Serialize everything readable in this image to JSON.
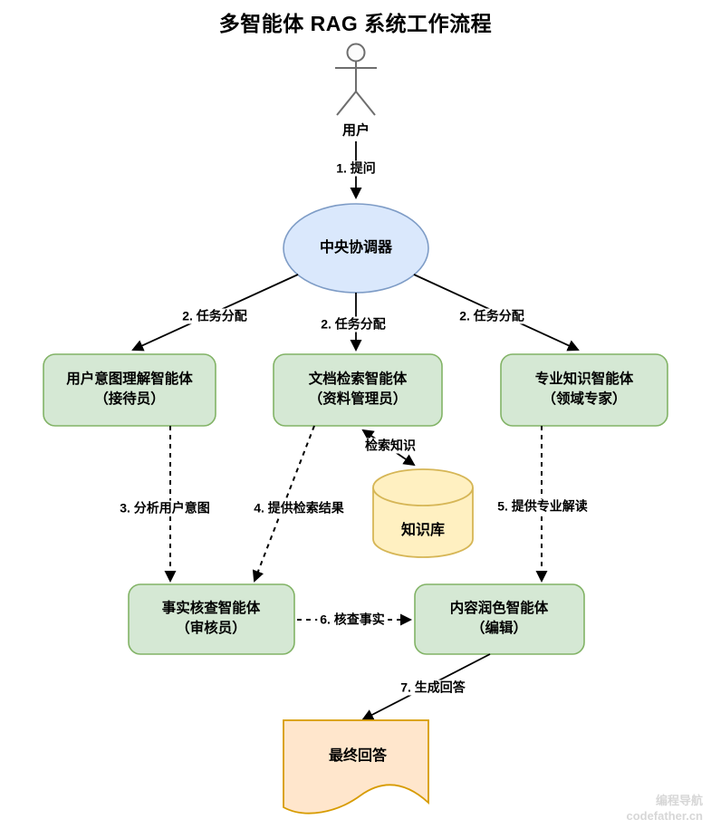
{
  "title": "多智能体 RAG 系统工作流程",
  "actor": {
    "label": "用户"
  },
  "nodes": {
    "coordinator": {
      "label": "中央协调器"
    },
    "intent": {
      "line1": "用户意图理解智能体",
      "line2": "（接待员）"
    },
    "retrieval": {
      "line1": "文档检索智能体",
      "line2": "（资料管理员）"
    },
    "expert": {
      "line1": "专业知识智能体",
      "line2": "（领域专家）"
    },
    "factcheck": {
      "line1": "事实核查智能体",
      "line2": "（审核员）"
    },
    "polish": {
      "line1": "内容润色智能体",
      "line2": "（编辑）"
    },
    "knowledge_base": {
      "label": "知识库"
    },
    "final_answer": {
      "label": "最终回答"
    }
  },
  "edges": {
    "ask": "1. 提问",
    "assign_left": "2. 任务分配",
    "assign_center": "2. 任务分配",
    "assign_right": "2. 任务分配",
    "retrieve_knowledge": "检索知识",
    "analyze_intent": "3. 分析用户意图",
    "provide_results": "4. 提供检索结果",
    "provide_expertise": "5. 提供专业解读",
    "verify_facts": "6. 核查事实",
    "generate_answer": "7. 生成回答"
  },
  "watermark": {
    "line1": "编程导航",
    "line2": "codefather.cn"
  },
  "colors": {
    "agent_fill": "#d5e8d4",
    "agent_border": "#82b366",
    "coordinator_fill": "#dae8fc",
    "coordinator_border": "#7e9cc6",
    "knowledge_base_fill": "#fff0c1",
    "knowledge_base_border": "#d6b656",
    "final_answer_fill": "#ffe6cc",
    "final_answer_border": "#d79b00",
    "edge_color": "#000000",
    "actor_color": "#6e6e6e",
    "watermark_color": "#d7d7d7"
  }
}
